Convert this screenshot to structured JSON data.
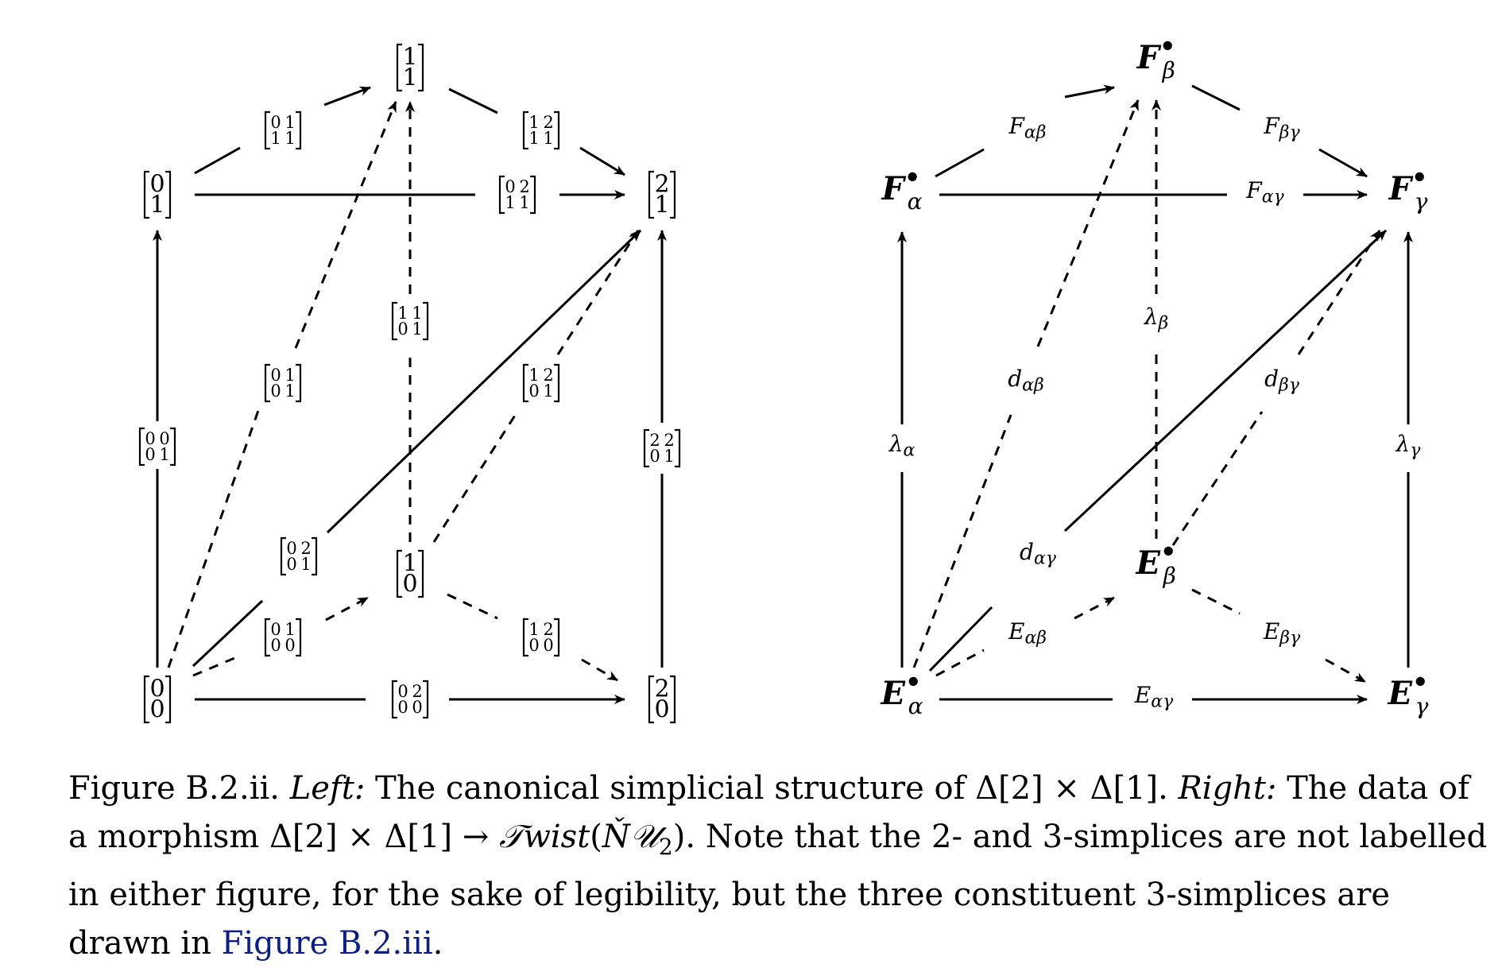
{
  "left_diagram": {
    "nodes": {
      "v0": [
        "0",
        "0"
      ],
      "v1": [
        "1",
        "0"
      ],
      "v2": [
        "2",
        "0"
      ],
      "w0": [
        "0",
        "1"
      ],
      "w1": [
        "1",
        "1"
      ],
      "w2": [
        "2",
        "1"
      ]
    },
    "edges": {
      "v0_v1": [
        [
          "0",
          "1"
        ],
        [
          "0",
          "0"
        ]
      ],
      "v1_v2": [
        [
          "1",
          "2"
        ],
        [
          "0",
          "0"
        ]
      ],
      "v0_v2": [
        [
          "0",
          "2"
        ],
        [
          "0",
          "0"
        ]
      ],
      "w0_w1": [
        [
          "0",
          "1"
        ],
        [
          "1",
          "1"
        ]
      ],
      "w1_w2": [
        [
          "1",
          "2"
        ],
        [
          "1",
          "1"
        ]
      ],
      "w0_w2": [
        [
          "0",
          "2"
        ],
        [
          "1",
          "1"
        ]
      ],
      "v0_w0": [
        [
          "0",
          "0"
        ],
        [
          "0",
          "1"
        ]
      ],
      "v1_w1": [
        [
          "1",
          "1"
        ],
        [
          "0",
          "1"
        ]
      ],
      "v2_w2": [
        [
          "2",
          "2"
        ],
        [
          "0",
          "1"
        ]
      ],
      "v0_w1": [
        [
          "0",
          "1"
        ],
        [
          "0",
          "1"
        ]
      ],
      "v0_w2": [
        [
          "0",
          "2"
        ],
        [
          "0",
          "1"
        ]
      ],
      "v1_w2": [
        [
          "1",
          "2"
        ],
        [
          "0",
          "1"
        ]
      ]
    }
  },
  "right_diagram": {
    "nodes": {
      "Ea": {
        "base": "E",
        "sub": "α",
        "sup": "•"
      },
      "Eb": {
        "base": "E",
        "sub": "β",
        "sup": "•"
      },
      "Eg": {
        "base": "E",
        "sub": "γ",
        "sup": "•"
      },
      "Fa": {
        "base": "F",
        "sub": "α",
        "sup": "•"
      },
      "Fb": {
        "base": "F",
        "sub": "β",
        "sup": "•"
      },
      "Fg": {
        "base": "F",
        "sub": "γ",
        "sup": "•"
      }
    },
    "edges": {
      "Eab": {
        "base": "E",
        "sub": "αβ"
      },
      "Ebg": {
        "base": "E",
        "sub": "βγ"
      },
      "Eag": {
        "base": "E",
        "sub": "αγ"
      },
      "Fab": {
        "base": "F",
        "sub": "αβ"
      },
      "Fbg": {
        "base": "F",
        "sub": "βγ"
      },
      "Fag": {
        "base": "F",
        "sub": "αγ"
      },
      "la": {
        "base": "λ",
        "sub": "α"
      },
      "lb": {
        "base": "λ",
        "sub": "β"
      },
      "lg": {
        "base": "λ",
        "sub": "γ"
      },
      "dab": {
        "base": "d",
        "sub": "αβ"
      },
      "dag": {
        "base": "d",
        "sub": "αγ"
      },
      "dbg": {
        "base": "d",
        "sub": "βγ"
      }
    }
  },
  "caption": {
    "figure_label": "Figure B.2.ii.",
    "left_label": "Left:",
    "left_text": "The canonical simplicial structure of Δ[2] × Δ[1].",
    "right_label": "Right:",
    "right_text_1": "The data of a morphism Δ[2] × Δ[1] → ",
    "twist": "𝒯wist",
    "open_paren": "(",
    "nerve_cover": "Ň𝒰",
    "cover_index": "2",
    "close_paren": ").",
    "right_text_2": "Note that the 2- and 3-simplices are not labelled in either figure, for the sake of legibility, but the three constituent 3-simplices are drawn in",
    "link_text": "Figure B.2.iii",
    "end": "."
  }
}
